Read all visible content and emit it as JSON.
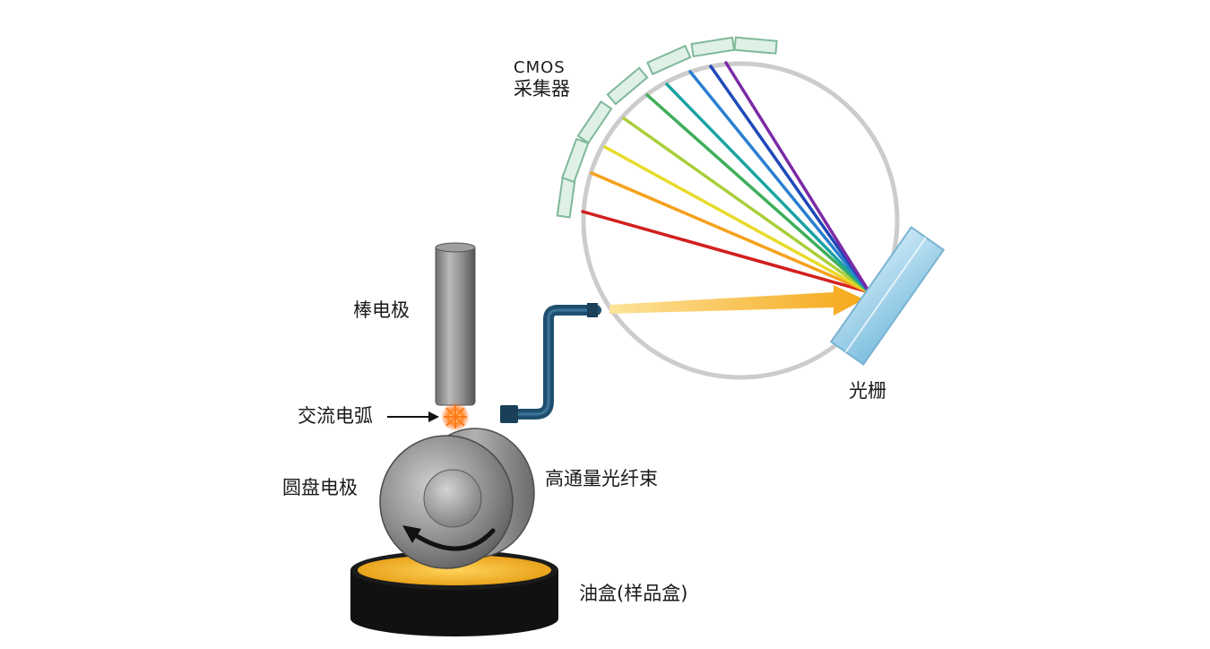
{
  "labels": {
    "cmos_line1": "CMOS",
    "cmos_line2": "采集器",
    "rod_electrode": "棒电极",
    "ac_arc": "交流电弧",
    "disc_electrode": "圆盘电极",
    "fiber_bundle": "高通量光纤束",
    "grating": "光栅",
    "oil_box": "油盒(样品盒)"
  },
  "colors": {
    "rays": [
      "#d21f1f",
      "#f4a11c",
      "#e8da2a",
      "#a9cf3a",
      "#3fae5a",
      "#1aa3a3",
      "#2a7fd0",
      "#2049b8",
      "#7b2aa5"
    ],
    "incident_beam": "#f5b01e",
    "detector_fill": "#dff0e6",
    "detector_stroke": "#7fb89a",
    "circle": "#cccccc",
    "grating": "#9fd0ea",
    "fiber": "#1f4f6e",
    "oil": "#f2b51a",
    "box": "#111111",
    "electrode": "#8c8c8c"
  }
}
